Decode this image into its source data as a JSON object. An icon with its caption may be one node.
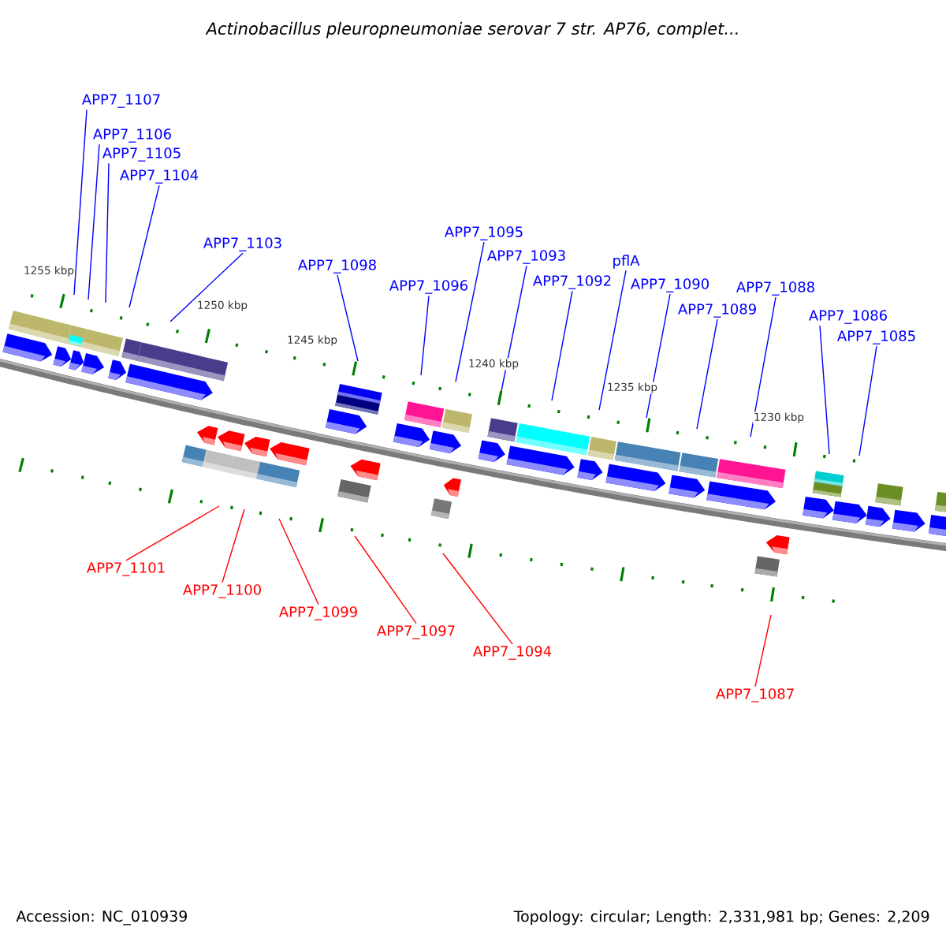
{
  "diagram": {
    "title": "Actinobacillus pleuropneumoniae serovar 7 str. AP76, complet...",
    "nodes": [
      {
        "text": [
          "APP7_1107"
        ]
      },
      {
        "text": [
          "APP7_1106"
        ]
      },
      {
        "text": [
          "APP7_1105"
        ]
      },
      {
        "text": [
          "APP7_1104"
        ]
      },
      {
        "text": [
          "APP7_1103"
        ]
      },
      {
        "text": [
          "APP7_1098"
        ]
      },
      {
        "text": [
          "APP7_1096"
        ]
      },
      {
        "text": [
          "APP7_1095"
        ]
      },
      {
        "text": [
          "APP7_1093"
        ]
      },
      {
        "text": [
          "APP7_1092"
        ]
      },
      {
        "text": [
          "pflA"
        ]
      },
      {
        "text": [
          "APP7_1090"
        ]
      },
      {
        "text": [
          "APP7_1089"
        ]
      },
      {
        "text": [
          "APP7_1088"
        ]
      },
      {
        "text": [
          "APP7_1086"
        ]
      },
      {
        "text": [
          "APP7_1085"
        ]
      },
      {
        "text": [
          "APP7_1101"
        ]
      },
      {
        "text": [
          "APP7_1100"
        ]
      },
      {
        "text": [
          "APP7_1099"
        ]
      },
      {
        "text": [
          "APP7_1097"
        ]
      },
      {
        "text": [
          "APP7_1094"
        ]
      },
      {
        "text": [
          "APP7_1087"
        ]
      }
    ],
    "edges": [
      {
        "from": 0,
        "to": null,
        "arrow": "none"
      },
      {
        "from": 1,
        "to": null,
        "arrow": "none"
      },
      {
        "from": 2,
        "to": null,
        "arrow": "none"
      },
      {
        "from": 3,
        "to": null,
        "arrow": "none"
      },
      {
        "from": 4,
        "to": null,
        "arrow": "none"
      },
      {
        "from": 5,
        "to": null,
        "arrow": "none"
      },
      {
        "from": 6,
        "to": null,
        "arrow": "none"
      },
      {
        "from": 7,
        "to": null,
        "arrow": "none"
      },
      {
        "from": 8,
        "to": null,
        "arrow": "none"
      },
      {
        "from": 9,
        "to": null,
        "arrow": "none"
      },
      {
        "from": 10,
        "to": null,
        "arrow": "none"
      },
      {
        "from": 11,
        "to": null,
        "arrow": "none"
      },
      {
        "from": 12,
        "to": null,
        "arrow": "none"
      },
      {
        "from": 13,
        "to": null,
        "arrow": "none"
      },
      {
        "from": 14,
        "to": null,
        "arrow": "none"
      },
      {
        "from": 15,
        "to": null,
        "arrow": "none"
      },
      {
        "from": 16,
        "to": null,
        "arrow": "none",
        "color": "#ff0000"
      },
      {
        "from": 17,
        "to": null,
        "arrow": "none",
        "color": "#ff0000"
      },
      {
        "from": 18,
        "to": null,
        "arrow": "none",
        "color": "#ff0000"
      },
      {
        "from": 19,
        "to": null,
        "arrow": "none",
        "color": "#ff0000"
      },
      {
        "from": 20,
        "to": null,
        "arrow": "none",
        "color": "#ff0000"
      },
      {
        "from": 21,
        "to": null,
        "arrow": "none",
        "color": "#ff0000"
      }
    ],
    "labels": [
      "1255 kbp",
      "1250 kbp",
      "1245 kbp",
      "1240 kbp",
      "1235 kbp",
      "1230 kbp",
      "Accession: NC_010939",
      "Topology: circular; Length: 2,331,981 bp; Genes: 2,209"
    ]
  }
}
